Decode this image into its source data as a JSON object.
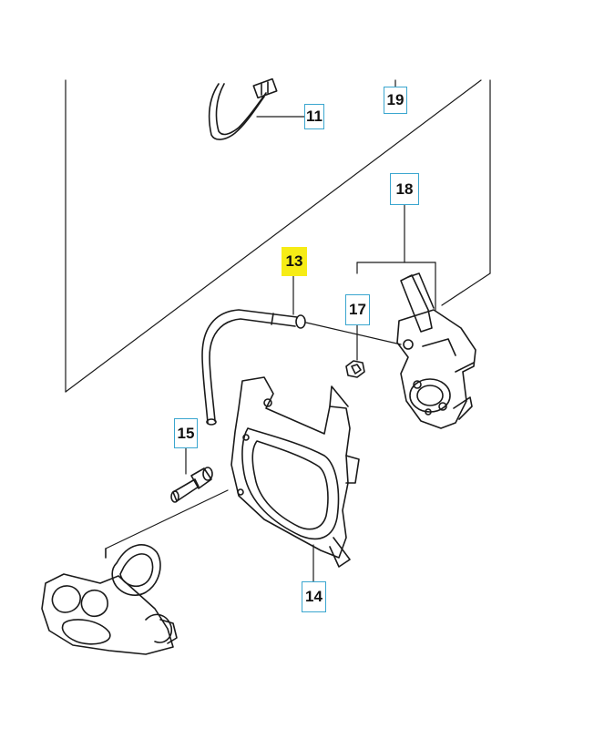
{
  "diagram": {
    "callouts": [
      {
        "id": "11",
        "text": "11",
        "highlighted": false
      },
      {
        "id": "19",
        "text": "19",
        "highlighted": false
      },
      {
        "id": "18",
        "text": "18",
        "highlighted": false
      },
      {
        "id": "13",
        "text": "13",
        "highlighted": true
      },
      {
        "id": "17",
        "text": "17",
        "highlighted": false
      },
      {
        "id": "15",
        "text": "15",
        "highlighted": false
      },
      {
        "id": "14",
        "text": "14",
        "highlighted": false
      }
    ],
    "colors": {
      "line": "#1a1a1a",
      "callout_border": "#3aa6cf",
      "highlight": "#f6ec16"
    }
  }
}
